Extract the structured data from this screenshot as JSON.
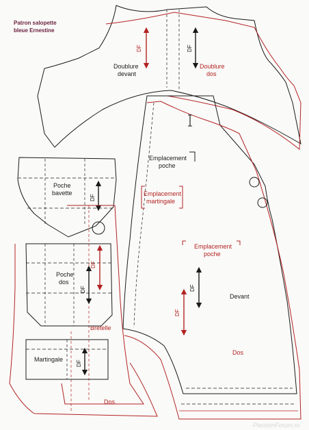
{
  "title": {
    "line1": "Patron salopette",
    "line2": "bleue Ernestine"
  },
  "labels": {
    "doublure_devant_1": "Doublure",
    "doublure_devant_2": "devant",
    "doublure_dos_1": "Doublure",
    "doublure_dos_2": "dos",
    "emplacement_poche_top_1": "Emplacement",
    "emplacement_poche_top_2": "poche",
    "emplacement_martingale_1": "Emplacement",
    "emplacement_martingale_2": "martingale",
    "emplacement_poche_red_1": "Emplacement",
    "emplacement_poche_red_2": "poche",
    "poche_bavette_1": "Poche",
    "poche_bavette_2": "bavette",
    "poche_dos_1": "Poche",
    "poche_dos_2": "dos",
    "devant": "Devant",
    "dos_right": "Dos",
    "bretelle": "Bretelle",
    "martingale": "Martingale",
    "dos_bottom": "Dos"
  },
  "grain_mark": "DF",
  "watermark": "PassionForum.ru",
  "colors": {
    "black": "#1a1a1a",
    "red": "#b22222",
    "title": "#6a1d3c"
  }
}
